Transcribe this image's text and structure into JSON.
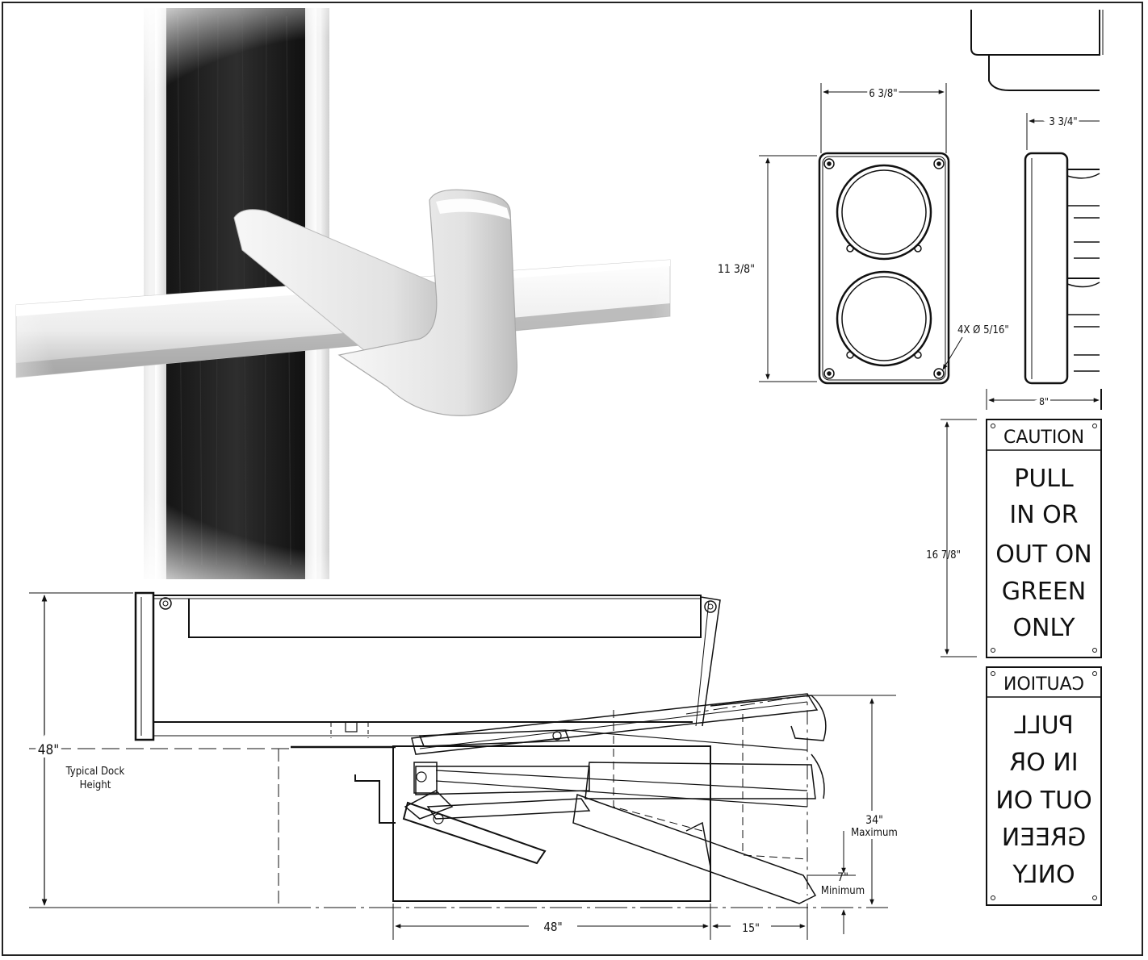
{
  "light_front": {
    "width_label": "6 3/8\"",
    "height_label": "11 3/8\"",
    "hole_label": "4X Ø 5/16\""
  },
  "light_side": {
    "depth_label": "3 3/4\"",
    "base_label": "8\""
  },
  "sign": {
    "height_label": "16 7/8\"",
    "header": "CAUTION",
    "lines": [
      "PULL",
      "IN OR",
      "OUT ON",
      "GREEN",
      "ONLY"
    ]
  },
  "sign_mirror": {
    "header": "CAUTION",
    "lines": [
      "PULL",
      "IN OR",
      "OUT ON",
      "GREEN",
      "ONLY"
    ]
  },
  "restraint_side": {
    "dock_height_value": "48\"",
    "dock_height_caption_1": "Typical Dock",
    "dock_height_caption_2": "Height",
    "max_value": "34\"",
    "max_caption": "Maximum",
    "min_value": "7\"",
    "min_caption": "Minimum",
    "length_value": "48\"",
    "offset_value": "15\""
  }
}
